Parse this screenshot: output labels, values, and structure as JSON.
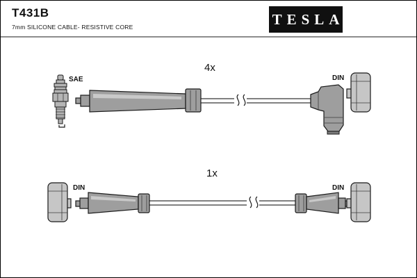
{
  "header": {
    "title": "T431B",
    "subtitle": "7mm SILICONE CABLE- RESISTIVE CORE",
    "brand": "TESLA"
  },
  "assemblies": {
    "top": {
      "quantity": "4x",
      "left_label": "SAE",
      "right_label": "DIN",
      "description": "straight boot cable with 90-degree elbow boot"
    },
    "bottom": {
      "quantity": "1x",
      "left_label": "DIN",
      "right_label": "DIN",
      "description": "straight boot cable both ends"
    }
  },
  "colors": {
    "background": "#ffffff",
    "line": "#1a1a1a",
    "boot_fill": "#9e9e9e",
    "cap_fill": "#c6c6c6",
    "brand_bg": "#101010",
    "brand_text": "#ffffff"
  }
}
